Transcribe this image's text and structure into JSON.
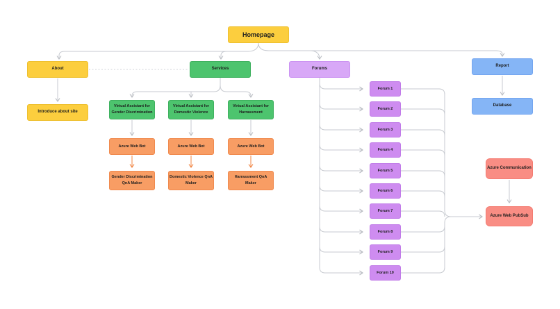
{
  "colors": {
    "background": "#ffffff",
    "yellow": "#fcce3e",
    "green": "#4dc46e",
    "purple_parent": "#d8a8f7",
    "purple_item": "#ce8cf0",
    "blue": "#85b5f6",
    "orange": "#f89d64",
    "red": "#f98d84",
    "connector_gray": "#c7cad0",
    "connector_orange": "#f08443",
    "text": "#1e1e1e"
  },
  "nodes": {
    "homepage": {
      "label": "Homepage"
    },
    "about": {
      "label": "About"
    },
    "services": {
      "label": "Services"
    },
    "forums": {
      "label": "Forums"
    },
    "report": {
      "label": "Report"
    },
    "introduce": {
      "label": "Introduce about site"
    },
    "va_gender": {
      "label": "Virtual Assistant for\nGender Discrimination"
    },
    "va_domestic": {
      "label": "Virtual Assistant for\nDomestic Violence"
    },
    "va_harass": {
      "label": "Virtual Assistant for\nHarrassment"
    },
    "bot_gender": {
      "label": "Azure Web Bot"
    },
    "bot_domestic": {
      "label": "Azure Web Bot"
    },
    "bot_harass": {
      "label": "Azure Web Bot"
    },
    "qna_gender": {
      "label": "Gender Discrimination\nQnA Maker"
    },
    "qna_domestic": {
      "label": "Domestic Violence QnA\nMaker"
    },
    "qna_harass": {
      "label": "Harrassment QnA\nMaker"
    },
    "database": {
      "label": "Database"
    },
    "azure_comm": {
      "label": "Azure Communication"
    },
    "azure_pubsub": {
      "label": "Azure Web PubSub"
    }
  },
  "forums": {
    "items": [
      {
        "label": "Forum 1"
      },
      {
        "label": "Forum 2"
      },
      {
        "label": "Forum 3"
      },
      {
        "label": "Forum 4"
      },
      {
        "label": "Forum 5"
      },
      {
        "label": "Forum 6"
      },
      {
        "label": "Forum 7"
      },
      {
        "label": "Forum 8"
      },
      {
        "label": "Forum 9"
      },
      {
        "label": "Forum 10"
      }
    ]
  }
}
